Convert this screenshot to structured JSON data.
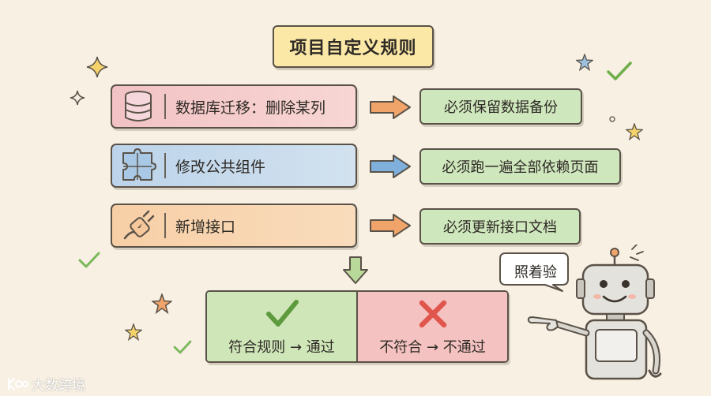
{
  "title": "项目自定义规则",
  "rules": [
    {
      "condition": "数据库迁移：删除某列",
      "requirement": "必须保留数据备份",
      "icon": "database-icon"
    },
    {
      "condition": "修改公共组件",
      "requirement": "必须跑一遍全部依赖页面",
      "icon": "puzzle-icon"
    },
    {
      "condition": "新增接口",
      "requirement": "必须更新接口文档",
      "icon": "plug-icon"
    }
  ],
  "outcome": {
    "pass": "符合规则 → 通过",
    "fail": "不符合 → 不通过"
  },
  "robot_speech": "照着验",
  "watermark": "大数跨境",
  "colors": {
    "background": "#f8f0e3",
    "title_fill": "#fbe8a6",
    "pass_fill": "#cfe6b8",
    "fail_fill": "#f4c2c0",
    "arrow_orange": "#f1a46a",
    "arrow_blue": "#7fb0dc",
    "check_green": "#5e9a3e",
    "cross_red": "#e0564d"
  }
}
